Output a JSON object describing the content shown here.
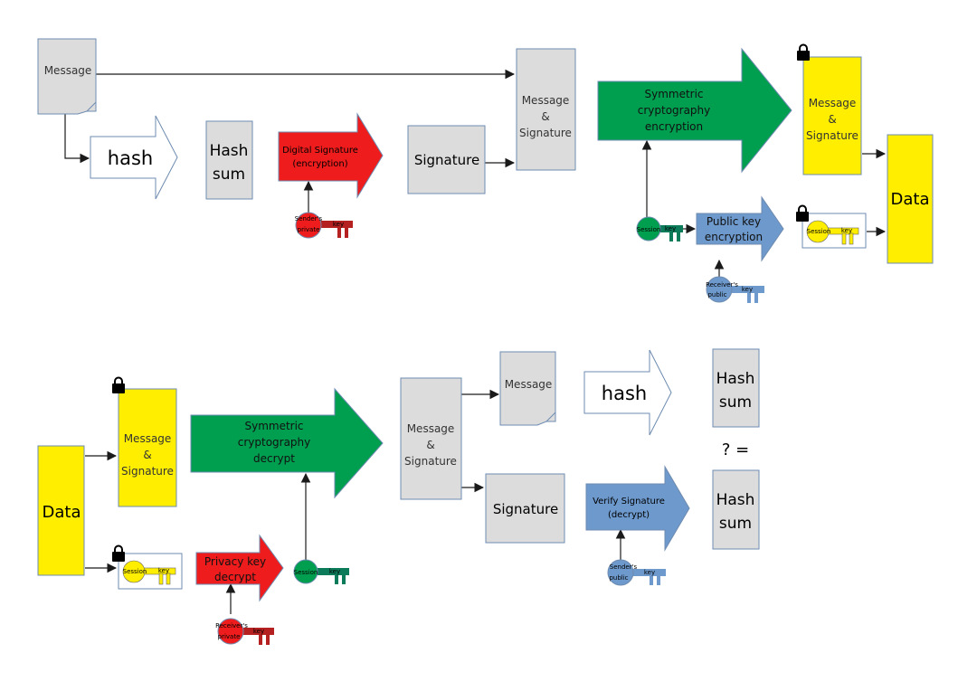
{
  "colors": {
    "grey_box": "#dcdcdc",
    "grey_border": "#6e8bb0",
    "yellow": "#ffee00",
    "red": "#ee1c1c",
    "green": "#009e4f",
    "blue": "#6d99cc",
    "dark_red": "#b52020",
    "dark_green": "#0b7b5a",
    "line": "#1a1a1a"
  },
  "encrypt": {
    "message_doc": "Message",
    "hash_arrow": "hash",
    "hash_sum": [
      "Hash",
      "sum"
    ],
    "digital_signature": [
      "Digital Signature",
      "(encryption)"
    ],
    "sender_private_key": [
      "Sender's",
      "private",
      "key"
    ],
    "signature_box": "Signature",
    "msg_sig_box": [
      "Message",
      "&",
      "Signature"
    ],
    "sym_encrypt": [
      "Symmetric",
      "cryptography",
      "encryption"
    ],
    "enc_msg_sig": [
      "Message",
      "&",
      "Signature"
    ],
    "session_key": [
      "Session",
      "key"
    ],
    "public_key_encryption": [
      "Public key",
      "encryption"
    ],
    "receiver_public_key": [
      "Receiver's",
      "public",
      "key"
    ],
    "enc_session_key": [
      "Session",
      "key"
    ],
    "data_box": "Data"
  },
  "decrypt": {
    "data_box": "Data",
    "enc_msg_sig": [
      "Message",
      "&",
      "Signature"
    ],
    "enc_session_key": [
      "Session",
      "key"
    ],
    "privacy_key_decrypt": [
      "Privacy key",
      "decrypt"
    ],
    "receiver_private_key": [
      "Receiver's",
      "private",
      "key"
    ],
    "sym_decrypt": [
      "Symmetric",
      "cryptography",
      "decrypt"
    ],
    "session_key": [
      "Session",
      "key"
    ],
    "msg_sig_box": [
      "Message",
      "&",
      "Signature"
    ],
    "message_doc": "Message",
    "signature_box": "Signature",
    "hash_arrow": "hash",
    "hash_sum_top": [
      "Hash",
      "sum"
    ],
    "compare": "? =",
    "hash_sum_bottom": [
      "Hash",
      "sum"
    ],
    "verify_signature": [
      "Verify Signature",
      "(decrypt)"
    ],
    "sender_public_key": [
      "Sender's",
      "public",
      "key"
    ]
  }
}
